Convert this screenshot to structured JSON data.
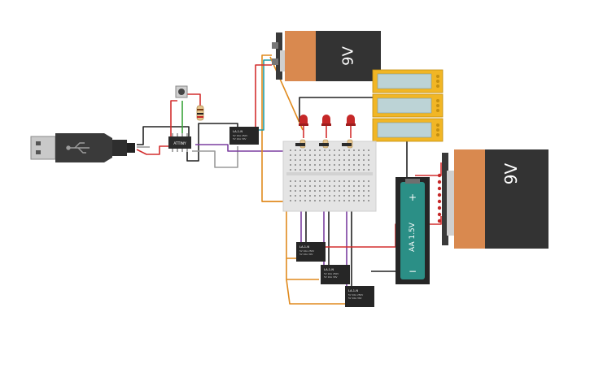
{
  "components": {
    "battery_top": {
      "label": "9V"
    },
    "battery_right": {
      "label": "9V"
    },
    "aa_cell": {
      "label": "AA 1.5V",
      "plus": "+",
      "minus": "−"
    },
    "microcontroller": {
      "label": "ATTINY"
    },
    "relay_main": {
      "label": "LA-1-N",
      "line1": "5V 10A 250V",
      "line2": "5V 10A 30V"
    },
    "relay_1": {
      "label": "LA-1-N",
      "line1": "5V 10A 250V",
      "line2": "5V 10A 30V"
    },
    "relay_2": {
      "label": "LA-1-N",
      "line1": "5V 10A 250V",
      "line2": "5V 10A 30V"
    },
    "relay_3": {
      "label": "LA-1-N",
      "line1": "5V 10A 250V",
      "line2": "5V 10A 30V"
    }
  },
  "colors": {
    "battery_body": "#333333",
    "battery_band": "#d9894f",
    "usb_body": "#3a3a3a",
    "aa_cell": "#2b8f86",
    "wire_red": "#d32f2f",
    "wire_black": "#222222",
    "wire_orange": "#e08a1e",
    "wire_purple": "#7b3fa0",
    "wire_green": "#3aa33a",
    "wire_teal": "#1f9aa6",
    "wire_gray": "#9a9a9a",
    "led_red": "#c62828",
    "lcd_frame": "#f1b625",
    "lcd_screen": "#bcd3d6",
    "breadboard": "#e4e4e4"
  }
}
